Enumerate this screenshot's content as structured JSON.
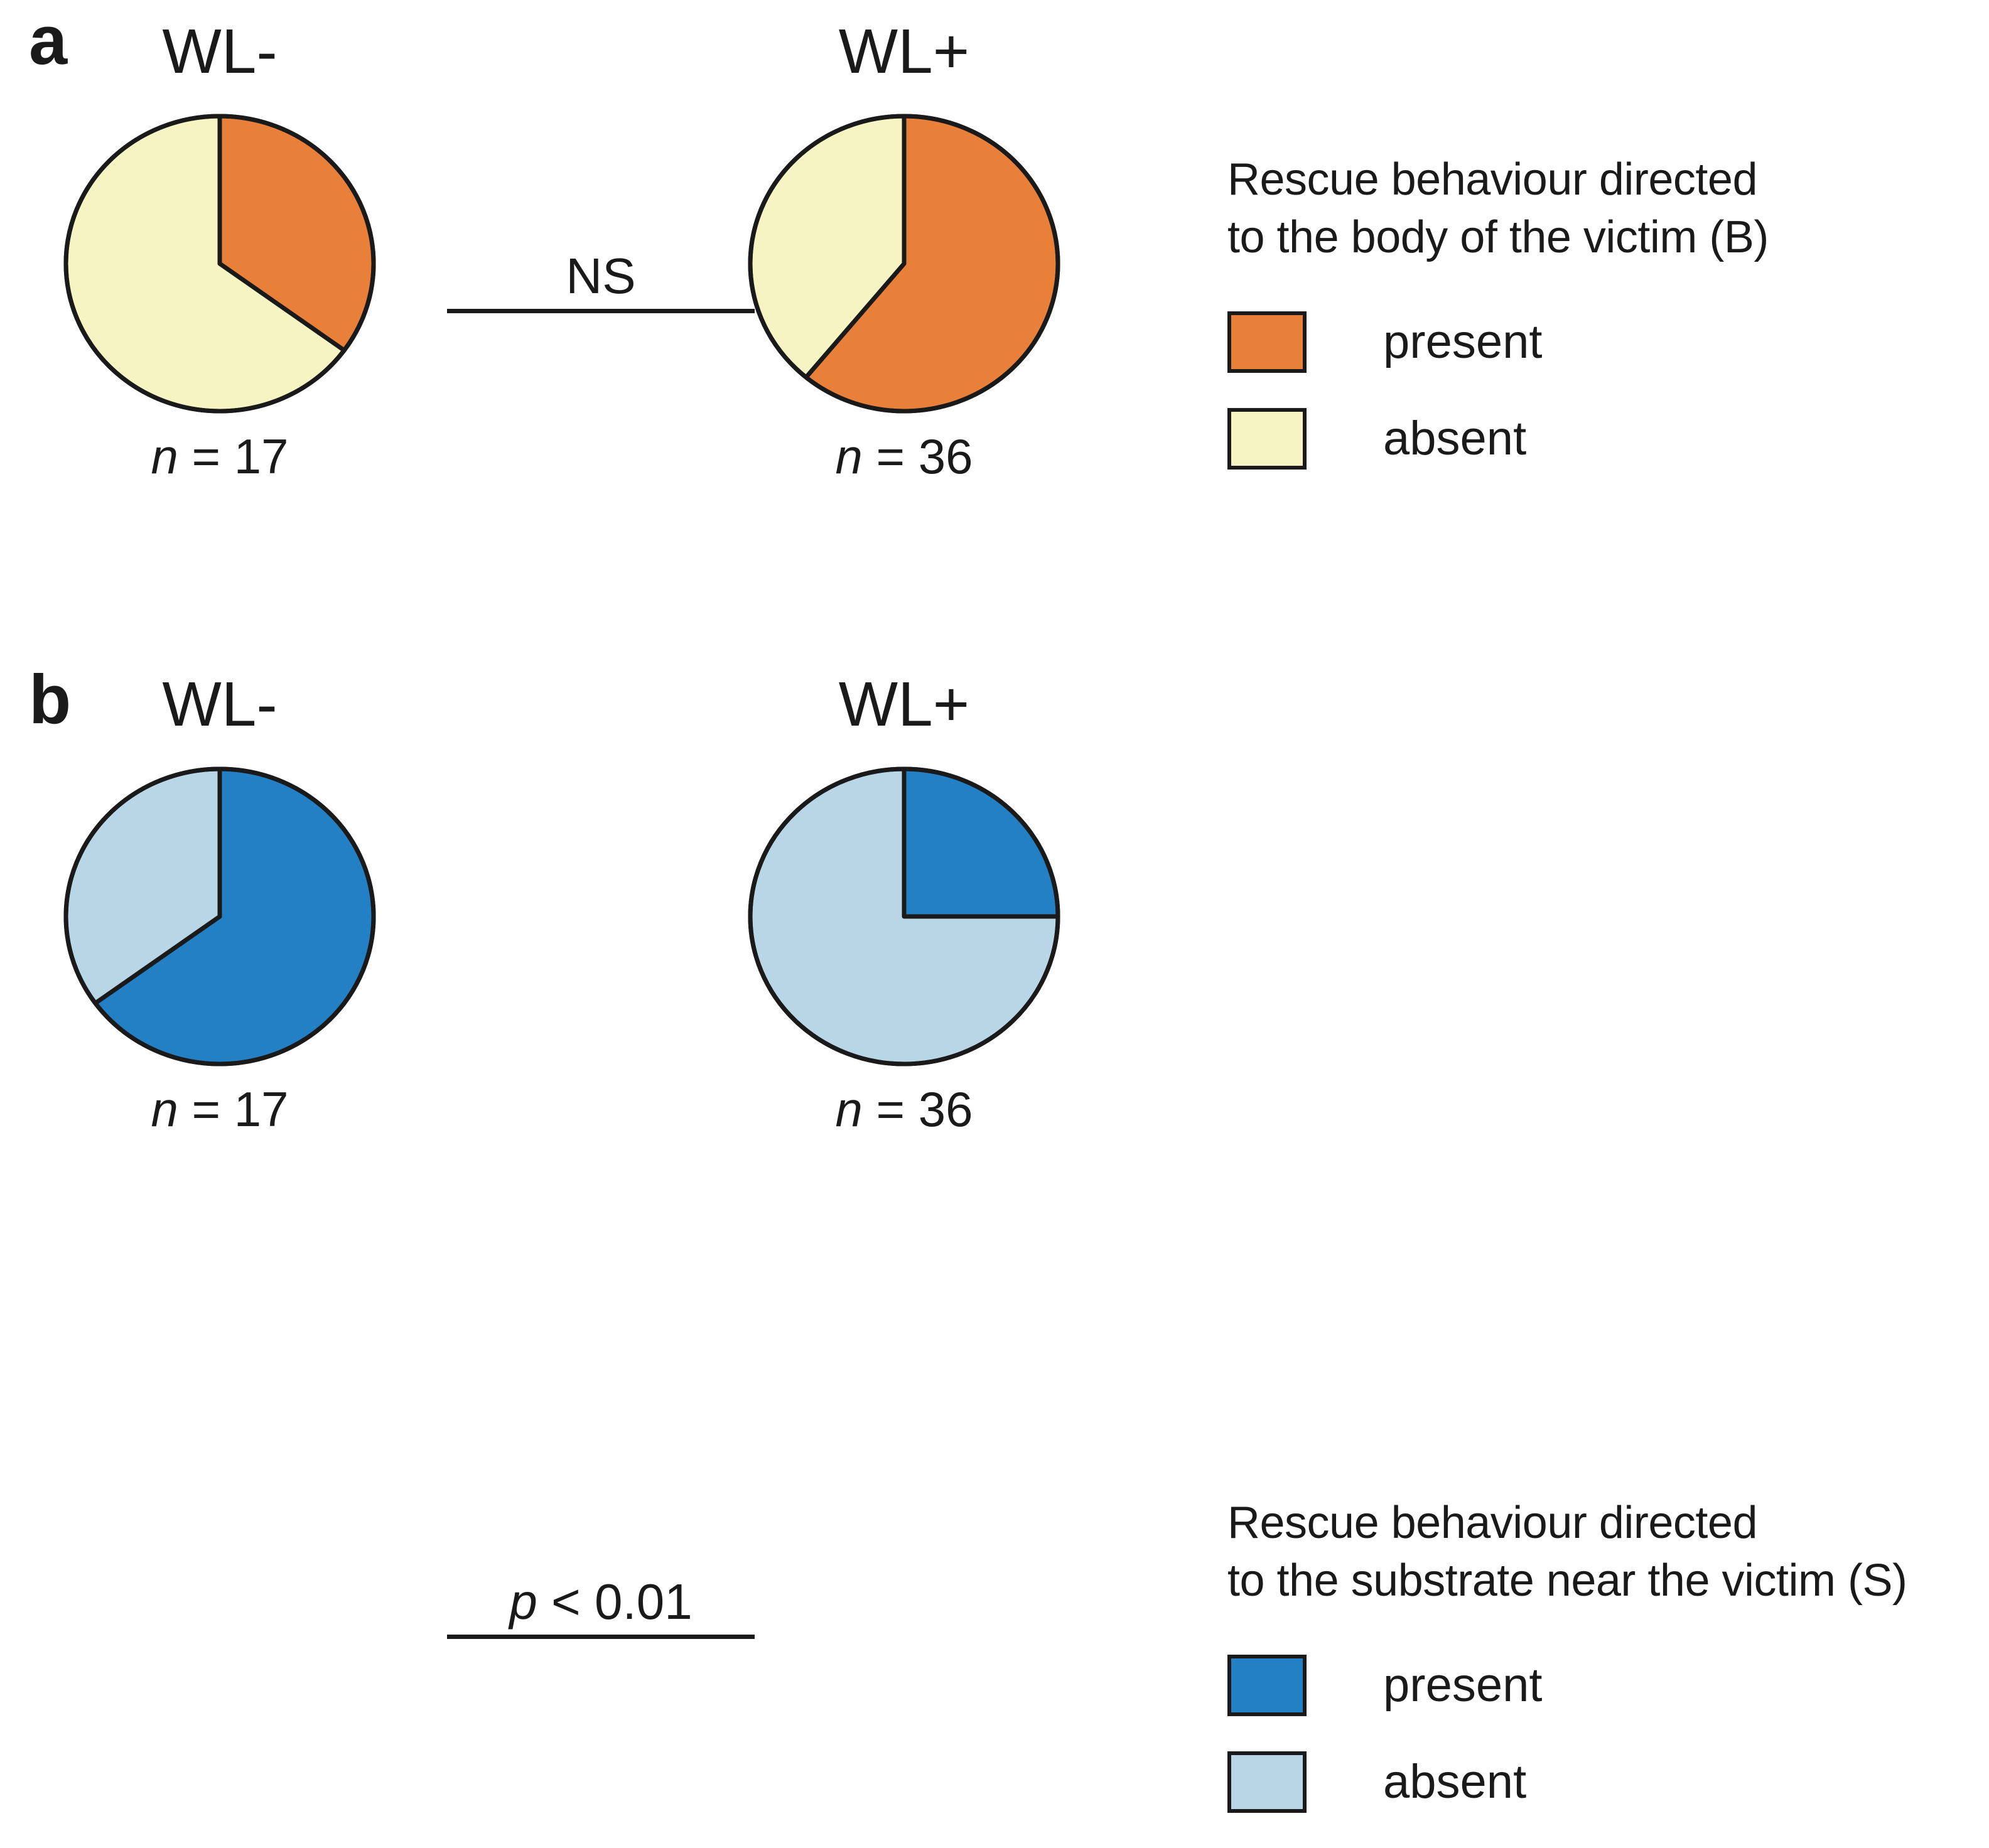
{
  "figure": {
    "background": "#ffffff",
    "outline_color": "#1a1a1a"
  },
  "panels": [
    {
      "letter": "a",
      "legend_title": "Rescue behaviour directed\nto the body of the victim (B)",
      "present_color": "#e8803a",
      "absent_color": "#f7f4c4",
      "present_label": "present",
      "absent_label": "absent",
      "significance": "NS",
      "significance_italic_prefix": "",
      "groups": [
        {
          "title": "WL-",
          "n_prefix": "n",
          "n_text": " = 17",
          "n": 17,
          "present_pct": 35,
          "absent_pct": 65
        },
        {
          "title": "WL+",
          "n_prefix": "n",
          "n_text": " = 36",
          "n": 36,
          "present_pct": 61,
          "absent_pct": 39
        }
      ]
    },
    {
      "letter": "b",
      "legend_title": "Rescue behaviour directed\nto the substrate near the victim (S)",
      "present_color": "#2480c4",
      "absent_color": "#b8d6e6",
      "present_label": "present",
      "absent_label": "absent",
      "significance": " < 0.01",
      "significance_italic_prefix": "p",
      "groups": [
        {
          "title": "WL-",
          "n_prefix": "n",
          "n_text": " = 17",
          "n": 17,
          "present_pct": 65,
          "absent_pct": 35
        },
        {
          "title": "WL+",
          "n_prefix": "n",
          "n_text": " = 36",
          "n": 36,
          "present_pct": 25,
          "absent_pct": 75
        }
      ]
    }
  ],
  "chart_data": [
    {
      "type": "pie",
      "title": "Rescue behaviour directed to the body of the victim (B)",
      "panel": "a",
      "legend": [
        "present",
        "absent"
      ],
      "legend_position": "right",
      "colors": [
        "#e8803a",
        "#f7f4c4"
      ],
      "significance": "NS",
      "charts": [
        {
          "name": "WL-",
          "n": 17,
          "categories": [
            "present",
            "absent"
          ],
          "values": [
            35,
            65
          ],
          "units": "percent"
        },
        {
          "name": "WL+",
          "n": 36,
          "categories": [
            "present",
            "absent"
          ],
          "values": [
            61,
            39
          ],
          "units": "percent"
        }
      ]
    },
    {
      "type": "pie",
      "title": "Rescue behaviour directed to the substrate near the victim (S)",
      "panel": "b",
      "legend": [
        "present",
        "absent"
      ],
      "legend_position": "right",
      "colors": [
        "#2480c4",
        "#b8d6e6"
      ],
      "significance": "p < 0.01",
      "charts": [
        {
          "name": "WL-",
          "n": 17,
          "categories": [
            "present",
            "absent"
          ],
          "values": [
            65,
            35
          ],
          "units": "percent"
        },
        {
          "name": "WL+",
          "n": 36,
          "categories": [
            "present",
            "absent"
          ],
          "values": [
            25,
            75
          ],
          "units": "percent"
        }
      ]
    }
  ]
}
